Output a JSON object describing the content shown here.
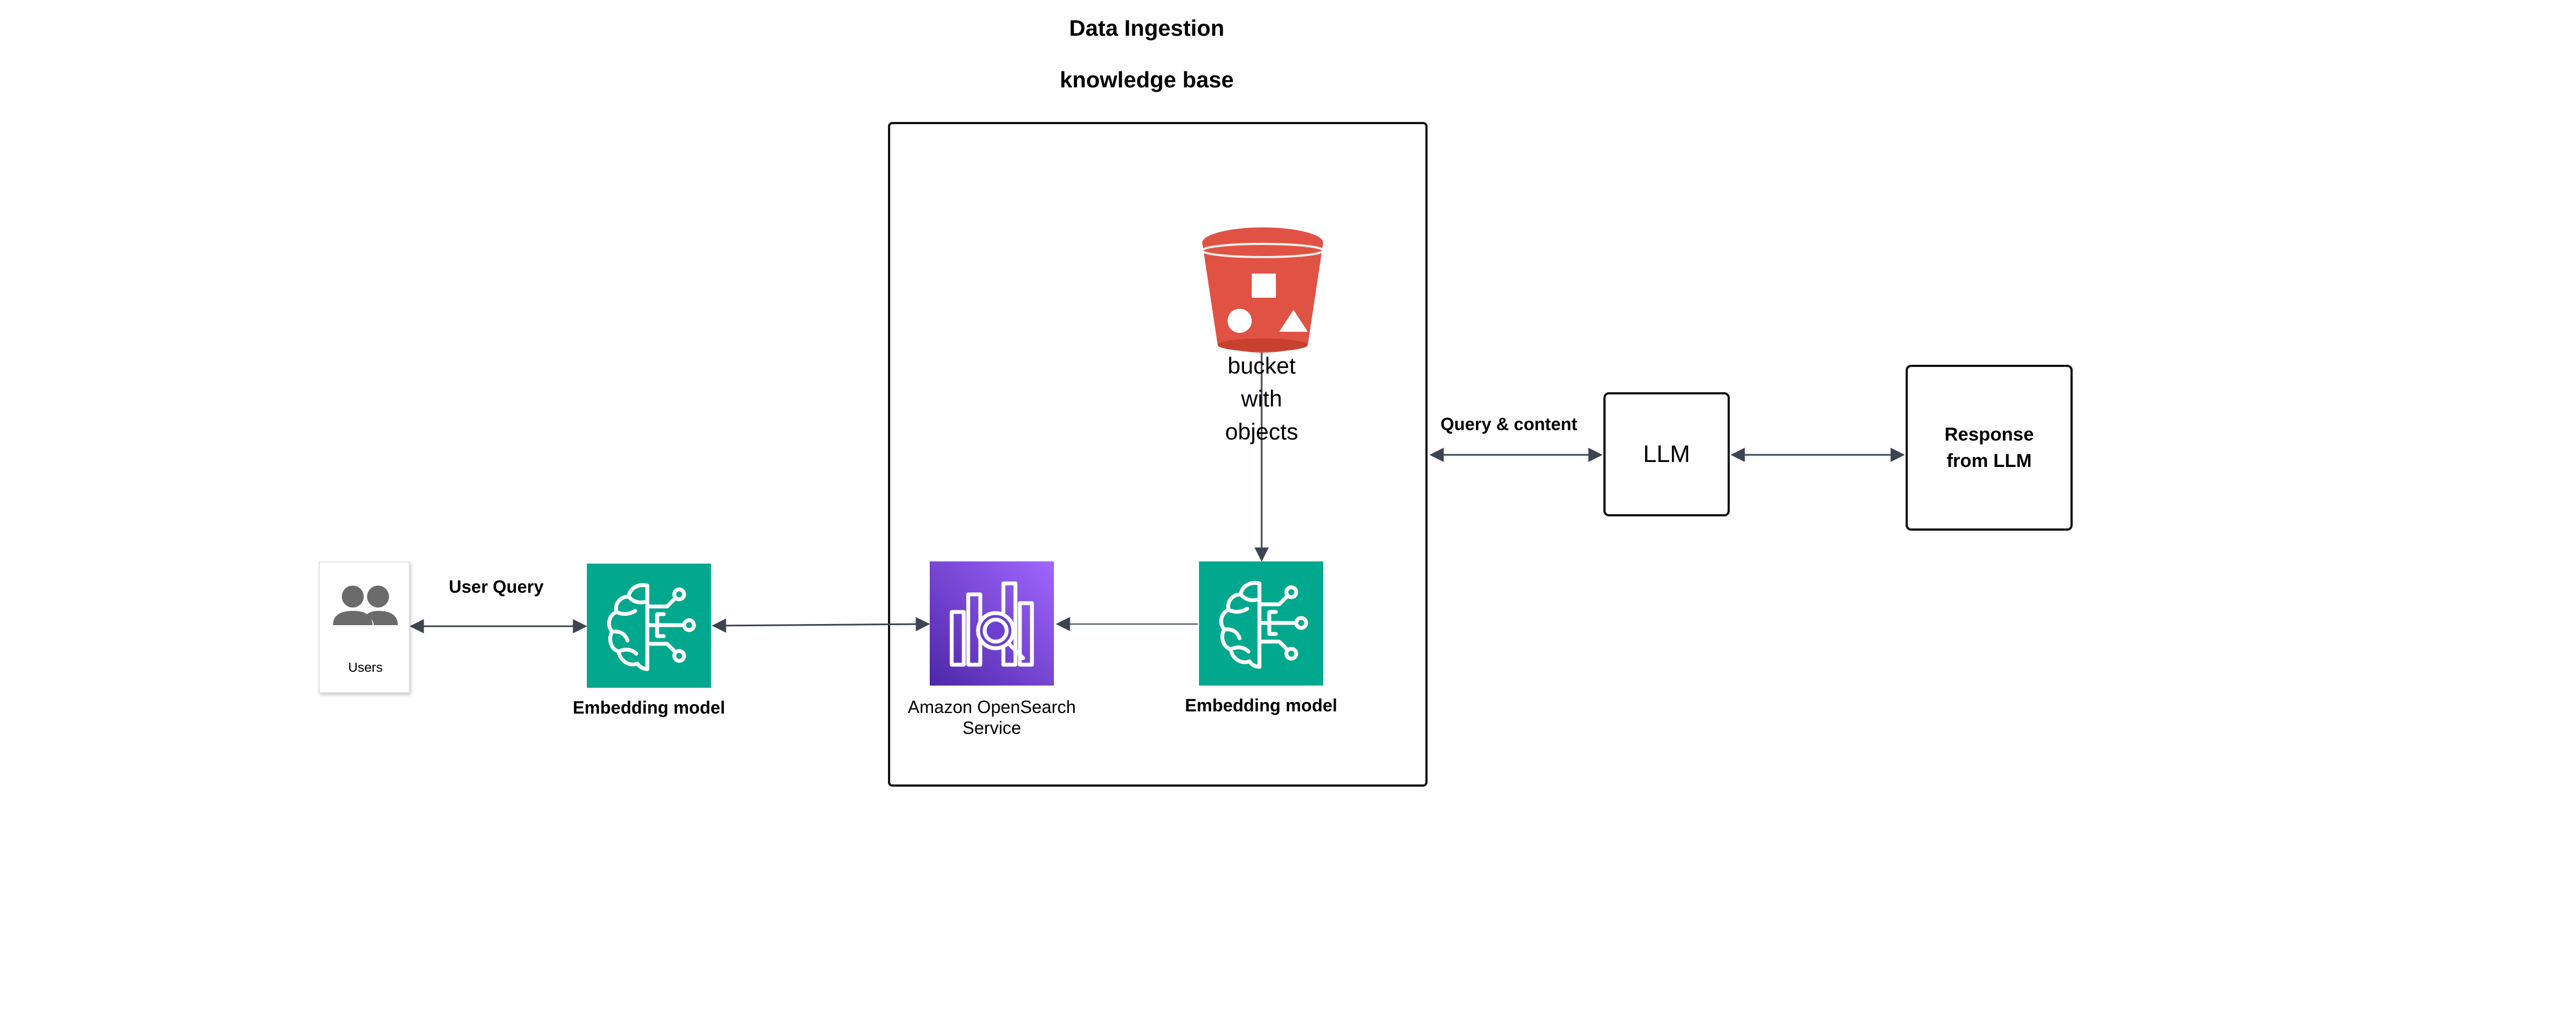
{
  "header": {
    "title": "Data Ingestion",
    "subtitle": "knowledge base"
  },
  "users": {
    "label": "Users",
    "icon": "users-icon"
  },
  "edges": {
    "user_query_label": "User Query",
    "query_content_label": "Query & content"
  },
  "embedding_left": {
    "label": "Embedding model",
    "icon": "embedding-model-icon",
    "color": "#01A88D"
  },
  "opensearch": {
    "label": "Amazon OpenSearch Service",
    "icon": "opensearch-icon",
    "color_top": "#A166FF",
    "color_bottom": "#4D27A8"
  },
  "embedding_right": {
    "label": "Embedding model",
    "icon": "embedding-model-icon",
    "color": "#01A88D"
  },
  "bucket": {
    "label_lines": [
      "bucket",
      "with",
      "objects"
    ],
    "icon": "s3-bucket-icon",
    "color": "#E05243"
  },
  "llm": {
    "label": "LLM"
  },
  "response": {
    "label_line1": "Response",
    "label_line2": "from LLM"
  },
  "colors": {
    "arrow": "#3d4451",
    "box_border": "#111111"
  }
}
